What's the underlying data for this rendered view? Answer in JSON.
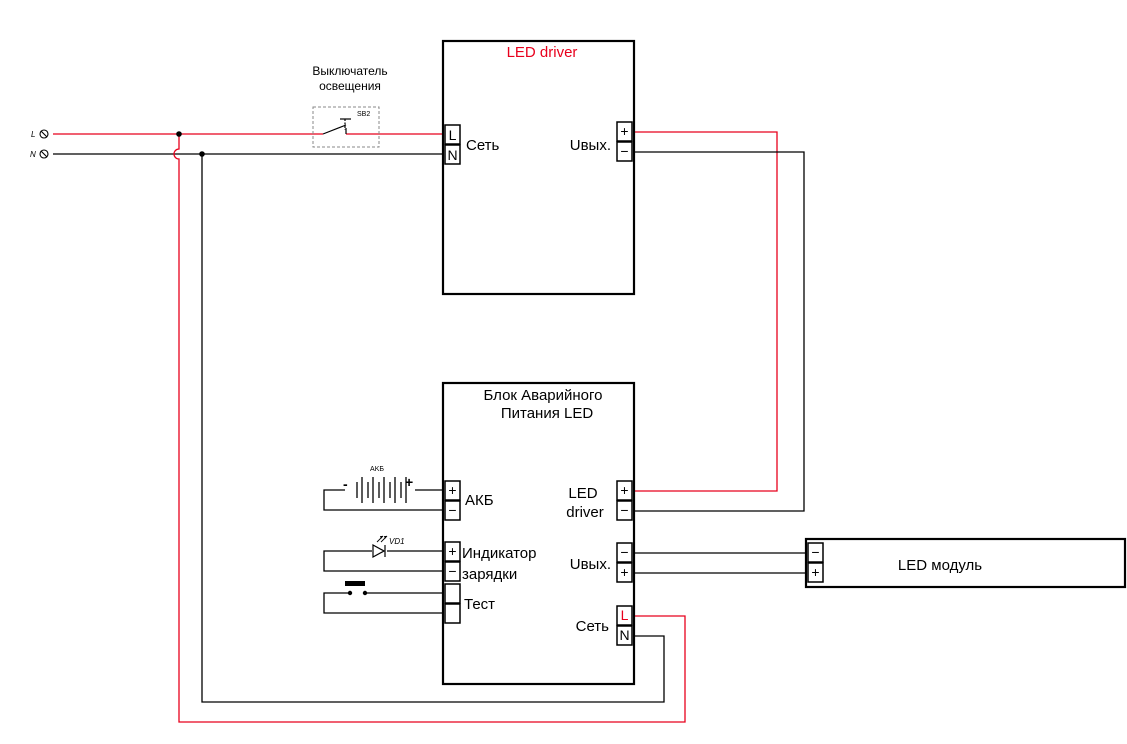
{
  "colors": {
    "phase_wire": "#e8001c",
    "neutral_wire": "#000000"
  },
  "mains": {
    "phase_label": "L",
    "neutral_label": "N"
  },
  "switch": {
    "title_line1": "Выключатель",
    "title_line2": "освещения",
    "ref": "SB2"
  },
  "led_driver": {
    "title": "LED driver",
    "input_label": "Сеть",
    "input_terminals": [
      "L",
      "N"
    ],
    "output_label": "Uвых.",
    "output_terminals": [
      "+",
      "−"
    ]
  },
  "emergency_unit": {
    "title_line1": "Блок Аварийного",
    "title_line2": "Питания LED",
    "battery": {
      "label": "АКБ",
      "ref": "AKБ",
      "terminals": [
        "+",
        "−"
      ]
    },
    "charge_indicator": {
      "label_line1": "Индикатор",
      "label_line2": "зарядки",
      "ref": "VD1",
      "terminals": [
        "+",
        "−"
      ]
    },
    "test": {
      "label": "Тест"
    },
    "driver_input": {
      "label_line1": "LED",
      "label_line2": "driver",
      "terminals": [
        "+",
        "−"
      ]
    },
    "output": {
      "label": "Uвых.",
      "terminals": [
        "−",
        "+"
      ]
    },
    "mains": {
      "label": "Сеть",
      "terminals": [
        "L",
        "N"
      ]
    }
  },
  "led_module": {
    "label": "LED модуль",
    "terminals": [
      "−",
      "+"
    ]
  }
}
